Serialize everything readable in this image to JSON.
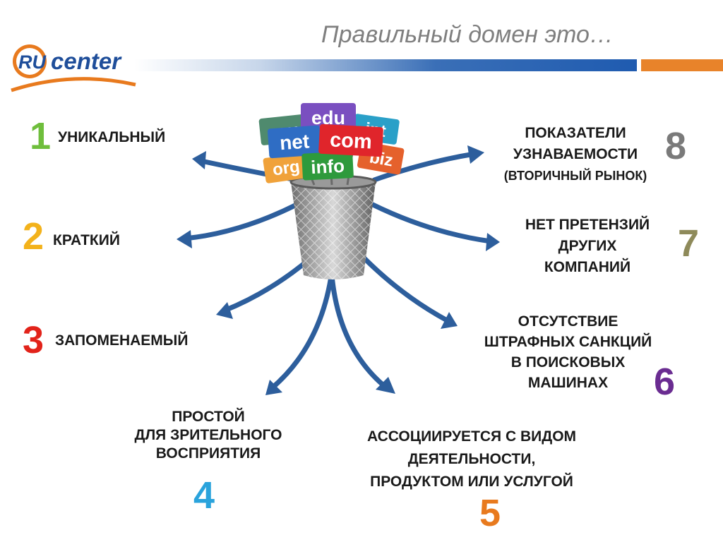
{
  "header": {
    "title": "Правильный домен это…",
    "logo_ru": "RU",
    "logo_center": "center",
    "logo_blue": "#1f4e9a",
    "logo_orange": "#e87a1e"
  },
  "signs": [
    "gov",
    "edu",
    "net",
    "com",
    "int",
    "org",
    "info",
    "biz"
  ],
  "items": [
    {
      "num": "1",
      "label": "УНИКАЛЬНЫЙ",
      "color": "#6fbe3c"
    },
    {
      "num": "2",
      "label": "КРАТКИЙ",
      "color": "#f3b21b"
    },
    {
      "num": "3",
      "label": "ЗАПОМЕНАЕМЫЙ",
      "color": "#e2231a"
    },
    {
      "num": "4",
      "label_lines": [
        "ПРОСТОЙ",
        "ДЛЯ ЗРИТЕЛЬНОГО",
        "ВОСПРИЯТИЯ"
      ],
      "color": "#2aa3dc"
    },
    {
      "num": "5",
      "label_lines": [
        "АССОЦИИРУЕТСЯ С ВИДОМ",
        "ДЕЯТЕЛЬНОСТИ,",
        "ПРОДУКТОМ ИЛИ УСЛУГОЙ"
      ],
      "color": "#e87a1e"
    },
    {
      "num": "6",
      "label_lines": [
        "ОТСУТСТВИЕ",
        "ШТРАФНЫХ САНКЦИЙ",
        "В ПОИСКОВЫХ",
        "МАШИНАХ"
      ],
      "color": "#6a2c91"
    },
    {
      "num": "7",
      "label_lines": [
        "НЕТ ПРЕТЕНЗИЙ",
        "ДРУГИХ",
        "КОМПАНИЙ"
      ],
      "color": "#8e8a5a"
    },
    {
      "num": "8",
      "label_lines": [
        "ПОКАЗАТЕЛИ",
        "УЗНАВАЕМОСТИ",
        "(ВТОРИЧНЫЙ РЫНОК)"
      ],
      "color": "#7a7a7a"
    }
  ]
}
